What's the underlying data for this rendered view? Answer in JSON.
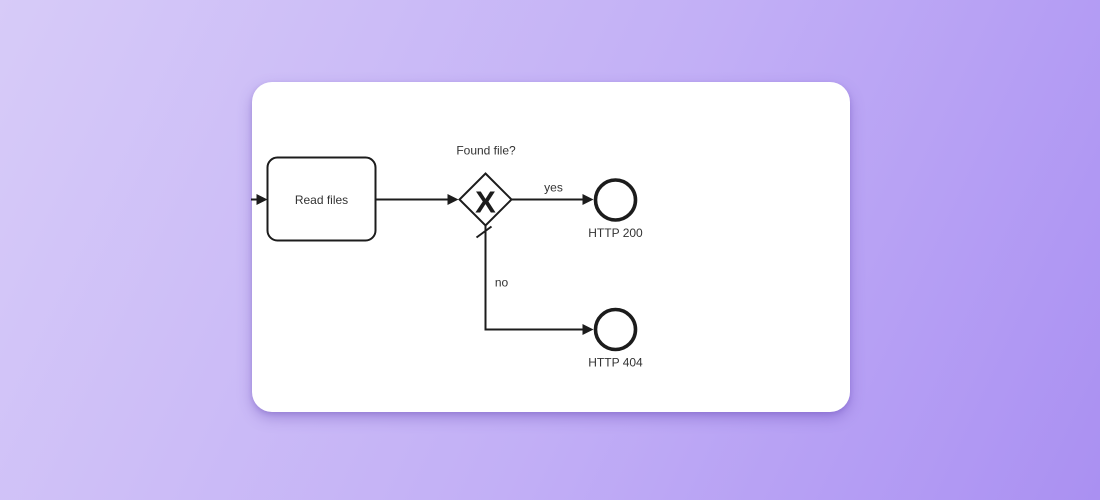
{
  "scene": {
    "background": {
      "gradient_from": "#d7cbf8",
      "gradient_to": "#aa90f2"
    },
    "card_color": "#ffffff"
  },
  "diagram": {
    "type": "bpmn-flow",
    "colors": {
      "stroke": "#1c1c1c",
      "text": "#333333"
    },
    "nodes": {
      "task": {
        "label": "Read files"
      },
      "gateway": {
        "label": "Found file?",
        "marker": "X"
      },
      "end_success": {
        "label": "HTTP 200"
      },
      "end_failure": {
        "label": "HTTP 404"
      }
    },
    "edges": {
      "yes": {
        "label": "yes"
      },
      "no": {
        "label": "no"
      }
    }
  }
}
